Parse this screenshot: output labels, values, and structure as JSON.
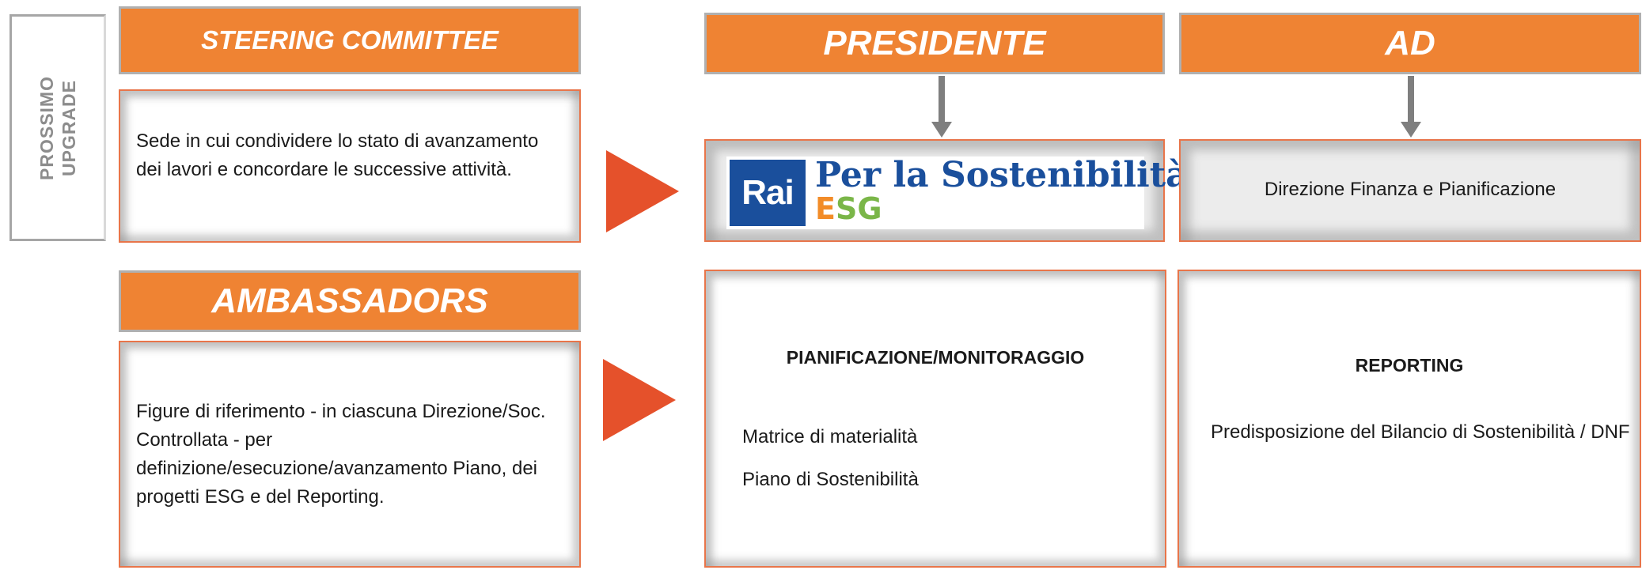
{
  "side_tab": {
    "line1": "PROSSIMO",
    "line2": "UPGRADE"
  },
  "steering": {
    "title": "STEERING COMMITTEE",
    "description": "Sede in cui condividere lo stato di avanzamento dei lavori e concordare le successive attività."
  },
  "ambassadors": {
    "title": "AMBASSADORS",
    "description": "Figure di riferimento - in  ciascuna Direzione/Soc. Controllata - per definizione/esecuzione/avanzamento Piano, dei progetti ESG e del Reporting."
  },
  "presidente": {
    "title": "PRESIDENTE",
    "logo": {
      "brand": "Rai",
      "tagline": "Per la Sostenibilità",
      "sub": "ESG"
    },
    "section_title": "PIANIFICAZIONE/MONITORAGGIO",
    "items": [
      "Matrice di materialità",
      "Piano di  Sostenibilità"
    ]
  },
  "ad": {
    "title": "AD",
    "department": "Direzione Finanza e Pianificazione",
    "section_title": "REPORTING",
    "description": "Predisposizione del Bilancio di Sostenibilità / DNF"
  },
  "colors": {
    "header_orange": "#ef8333",
    "play_arrow": "#e5512b",
    "box_border": "#e8754a",
    "rai_blue": "#1a4f9c",
    "esg_orange": "#f28c28",
    "esg_green": "#7ab648"
  }
}
